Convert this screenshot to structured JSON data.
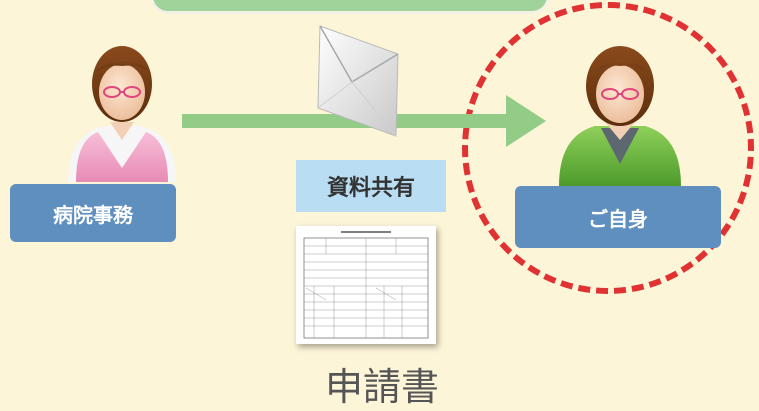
{
  "labels": {
    "hospital_office": "病院事務",
    "self": "ご自身",
    "material_sharing": "資料共有",
    "application_form": "申請書"
  },
  "icons": {
    "staff": "hospital-staff-person-icon",
    "self": "self-person-icon",
    "envelope": "envelope-icon",
    "document": "application-form-document-icon"
  },
  "colors": {
    "background": "#fdf5d8",
    "arrow": "#93cc87",
    "label_box": "#5f8fbe",
    "shared_label_bg": "#b9def3",
    "dashed_circle": "#e03232",
    "top_bar": "#9fd39a"
  }
}
